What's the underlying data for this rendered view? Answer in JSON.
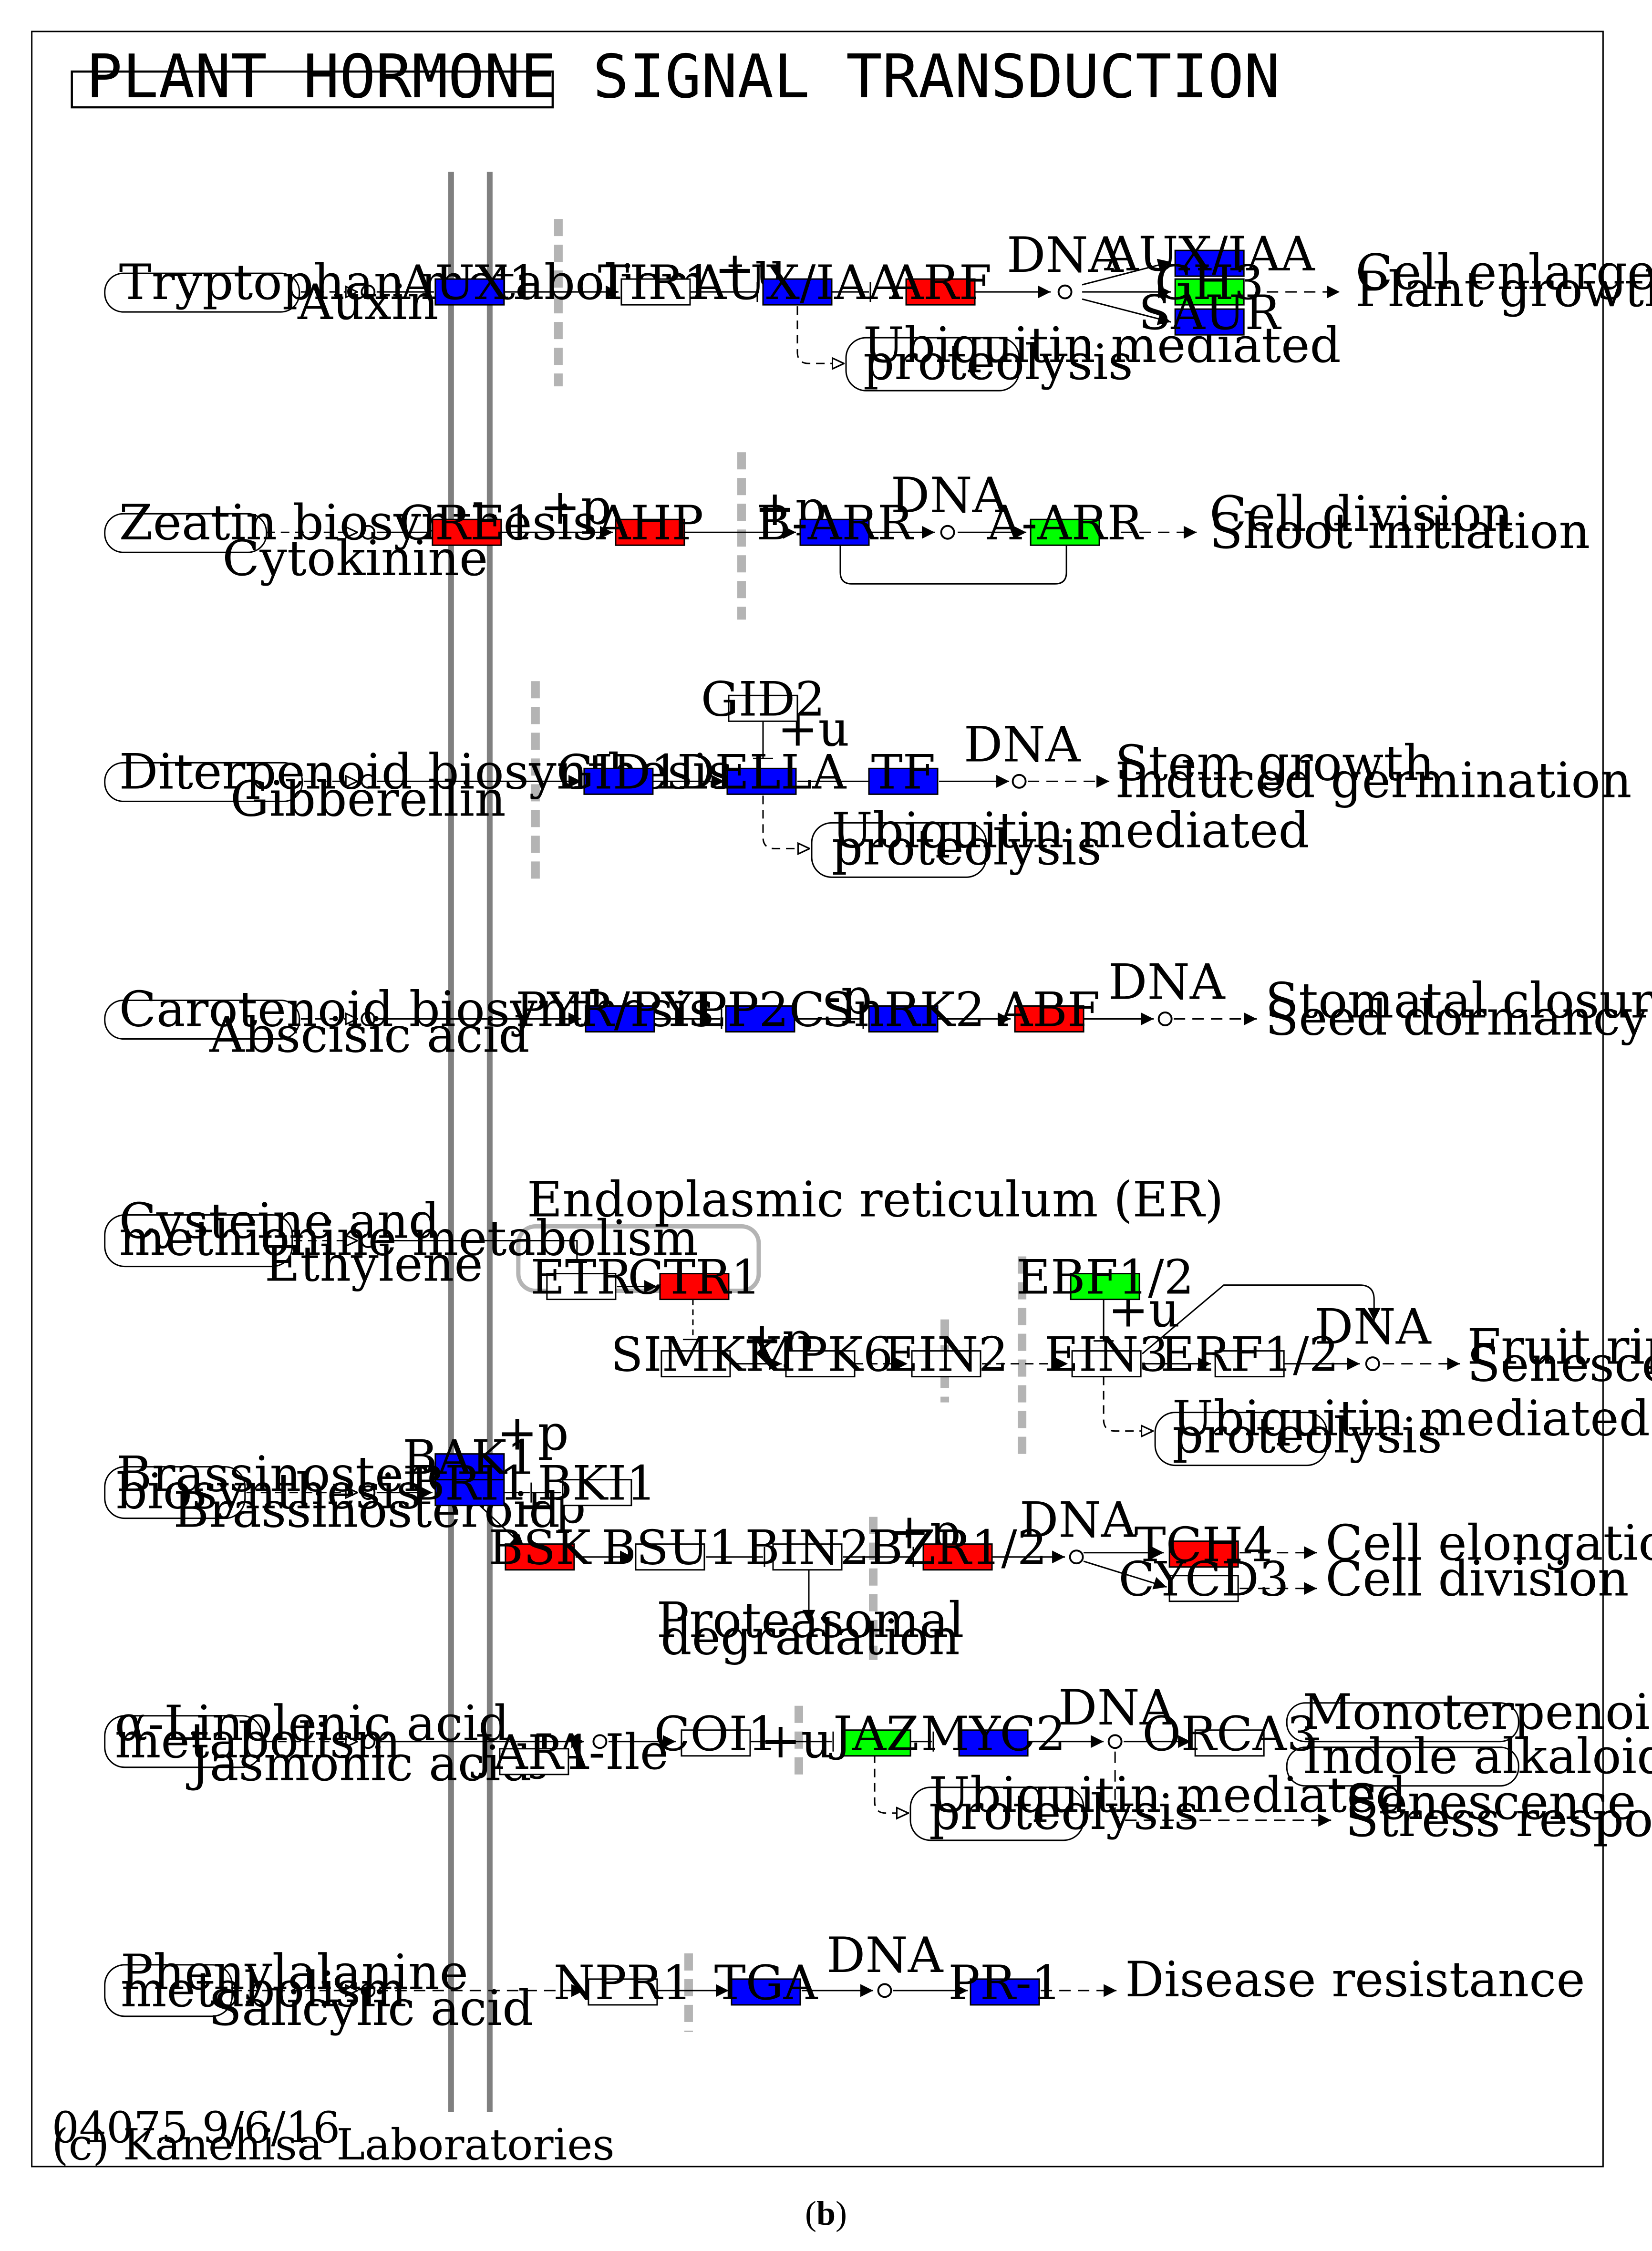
{
  "title": "PLANT HORMONE SIGNAL TRANSDUCTION",
  "footer": {
    "map_id": "04075 9/6/16",
    "copyright": "(c) Kanehisa Laboratories"
  },
  "caption": {
    "open": "(",
    "letter": "b",
    "close": ")"
  },
  "colors": {
    "up": "#ff0000",
    "down": "#0000ff",
    "mixed": "#00ff00",
    "plain": "#ffffff",
    "membrane": "#808080",
    "barrier": "#b4b4b4"
  },
  "compartment": {
    "er": "Endoplasmic reticulum (ER)"
  },
  "pathways": {
    "tryptophan": "Tryptophan metabolism",
    "zeatin": "Zeatin biosynthesis",
    "diterpenoid": "Diterpenoid biosynthesis",
    "carotenoid": "Carotenoid biosynthesis",
    "cysteine_1": "Cysteine and",
    "cysteine_2": "methionine metabolism",
    "brassino_1": "Brassinosteroid",
    "brassino_2": "biosynthesis",
    "linolenic_1": "α-Linolenic acid",
    "linolenic_2": "metabolism",
    "phenylalanine_1": "Phenylalanine",
    "phenylalanine_2": "metabolism",
    "monoterpenoid": "Monoterpenoid biosynthesis",
    "indole": "Indole alkaloid biosynthesis",
    "ubiquitin_1": "Ubiquitin mediated",
    "ubiquitin_2": "proteolysis"
  },
  "compounds": {
    "auxin": "Auxin",
    "cytokinine": "Cytokinine",
    "gibberellin": "Gibberellin",
    "abscisic": "Abscisic acid",
    "ethylene": "Ethylene",
    "brassinosteroid": "Brassinosteroid",
    "jasmonic": "Jasmonic acid",
    "ja_ile": "JA-Ile",
    "salicylic": "Salicylic acid",
    "dna": "DNA"
  },
  "genes": {
    "aux1": "AUX1",
    "tir1": "TIR1",
    "aux_iaa_1": "AUX/IAA",
    "arf": "ARF",
    "aux_iaa_2": "AUX/IAA",
    "gh3": "GH3",
    "saur": "SAUR",
    "cre1": "CRE1",
    "ahp": "AHP",
    "b_arr": "B-ARR",
    "a_arr": "A-ARR",
    "gid2": "GID2",
    "gid1": "GID1",
    "della": "DELLA",
    "tf": "TF",
    "pyr_pyl": "PYR/PYL",
    "pp2c": "PP2C",
    "snrk2": "SnRK2",
    "abf": "ABF",
    "etr": "ETR",
    "ctr1": "CTR1",
    "simkk": "SIMKK",
    "mpk6": "MPK6",
    "ein2": "EIN2",
    "ebf12": "EBF1/2",
    "ein3": "EIN3",
    "erf12": "ERF1/2",
    "bak1": "BAK1",
    "bri1": "BRI1",
    "bki1": "BKI1",
    "bsk": "BSK",
    "bsu1": "BSU1",
    "bin2": "BIN2",
    "bzr12": "BZR1/2",
    "tch4": "TCH4",
    "cycd3": "CYCD3",
    "jar1": "JAR1",
    "coi1": "COI1",
    "jaz": "JAZ",
    "myc2": "MYC2",
    "orca3": "ORCA3",
    "npr1": "NPR1",
    "tga": "TGA",
    "pr1": "PR-1"
  },
  "modifiers": {
    "plus_u": "+u",
    "plus_p": "+p",
    "minus_p": "-p"
  },
  "outcomes": {
    "cell_enlargement": "Cell enlargement",
    "plant_growth": "Plant growth",
    "cell_division": "Cell division",
    "shoot_initiation": "Shoot initiation",
    "stem_growth": "Stem growth",
    "induced_germination": "Induced germination",
    "stomatal_closure": "Stomatal closure",
    "seed_dormancy": "Seed dormancy",
    "fruit_ripening": "Fruit ripening",
    "senescence": "Senescence",
    "cell_elongation": "Cell elongation",
    "cell_division_2": "Cell division",
    "senescence_2": "Senescence",
    "stress_response": "Stress response",
    "disease_resistance": "Disease resistance"
  },
  "effects": {
    "proteasomal_1": "Proteasomal",
    "proteasomal_2": "degradation"
  }
}
